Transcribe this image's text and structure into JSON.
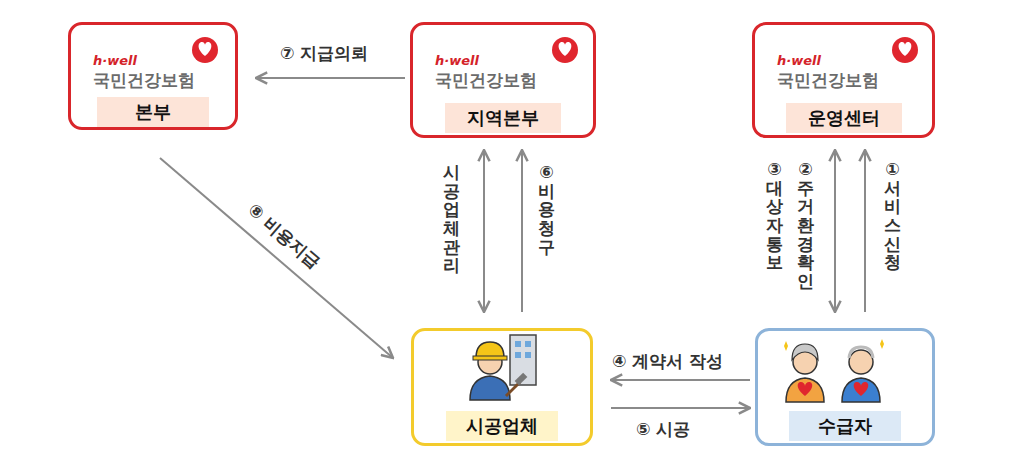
{
  "diagram": {
    "nodes": [
      {
        "text": [
          "h·well",
          "국민건강보험",
          "본부"
        ]
      },
      {
        "text": [
          "h·well",
          "국민건강보험",
          "지역본부"
        ]
      },
      {
        "text": [
          "h·well",
          "국민건강보험",
          "운영센터"
        ]
      },
      {
        "text": [
          "시공업체"
        ]
      },
      {
        "text": [
          "수급자"
        ]
      }
    ],
    "edges": [
      {
        "from": 1,
        "to": 0,
        "label": "⑦ 지급의뢰",
        "arrow": "to"
      },
      {
        "from": 0,
        "to": 3,
        "label": "⑧ 비용지급",
        "arrow": "to"
      },
      {
        "from": 1,
        "to": 3,
        "label": "시공업체관리",
        "arrow": "both"
      },
      {
        "from": 3,
        "to": 1,
        "label": "⑥ 비용청구",
        "arrow": "to"
      },
      {
        "from": 2,
        "to": 4,
        "label": "② 주거환경확인",
        "arrow": "both"
      },
      {
        "from": 4,
        "to": 2,
        "label": "① 서비스신청",
        "arrow": "to"
      },
      {
        "from": 4,
        "to": 3,
        "label": "④ 계약서 작성",
        "arrow": "to"
      },
      {
        "from": 3,
        "to": 4,
        "label": "⑤ 시공",
        "arrow": "to"
      }
    ],
    "labels": [
      "③ 대상자통보"
    ]
  }
}
